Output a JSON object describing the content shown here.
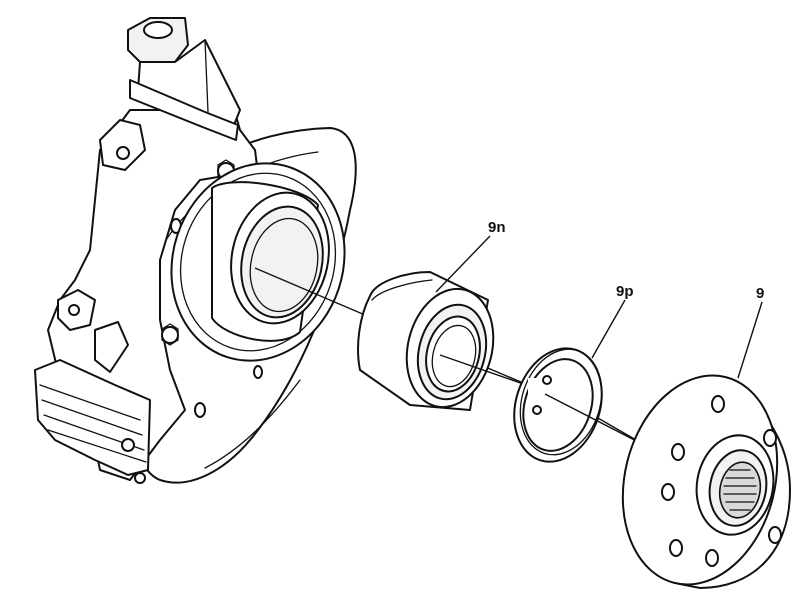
{
  "diagram": {
    "callouts": {
      "bearing": "9n",
      "snap_ring": "9p",
      "hub_flange": "9"
    }
  }
}
